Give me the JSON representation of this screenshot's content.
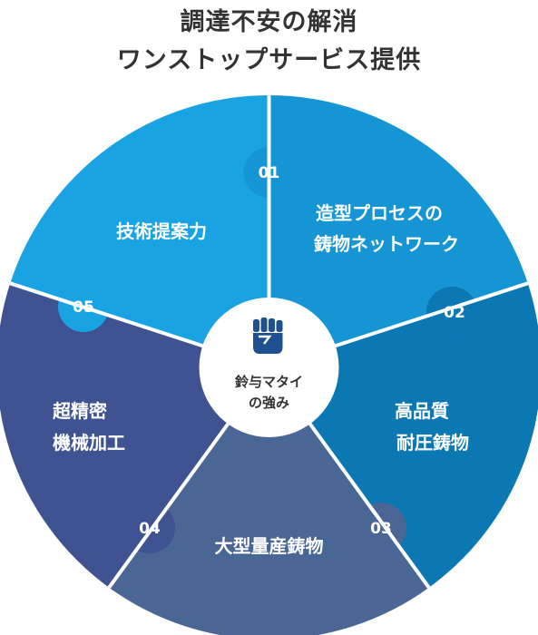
{
  "title": {
    "line1": "調達不安の解消",
    "line2": "ワンストップサービス提供"
  },
  "center": {
    "icon": "fist-icon",
    "line1": "鈴与マタイ",
    "line2": "の強み"
  },
  "segments": [
    {
      "number": "01",
      "lines": [
        "造型プロセスの",
        "鋳物ネットワーク"
      ],
      "color": "#1695D5"
    },
    {
      "number": "02",
      "lines": [
        "高品質",
        "耐圧鋳物"
      ],
      "color": "#0B77B3"
    },
    {
      "number": "03",
      "lines": [
        "大型量産鋳物"
      ],
      "color": "#4A6694"
    },
    {
      "number": "04",
      "lines": [
        "超精密",
        "機械加工"
      ],
      "color": "#3F5392"
    },
    {
      "number": "05",
      "lines": [
        "技術提案力"
      ],
      "color": "#1AA3E3"
    }
  ],
  "colors": {
    "title": "#333333",
    "icon": "#1E4F8F"
  }
}
